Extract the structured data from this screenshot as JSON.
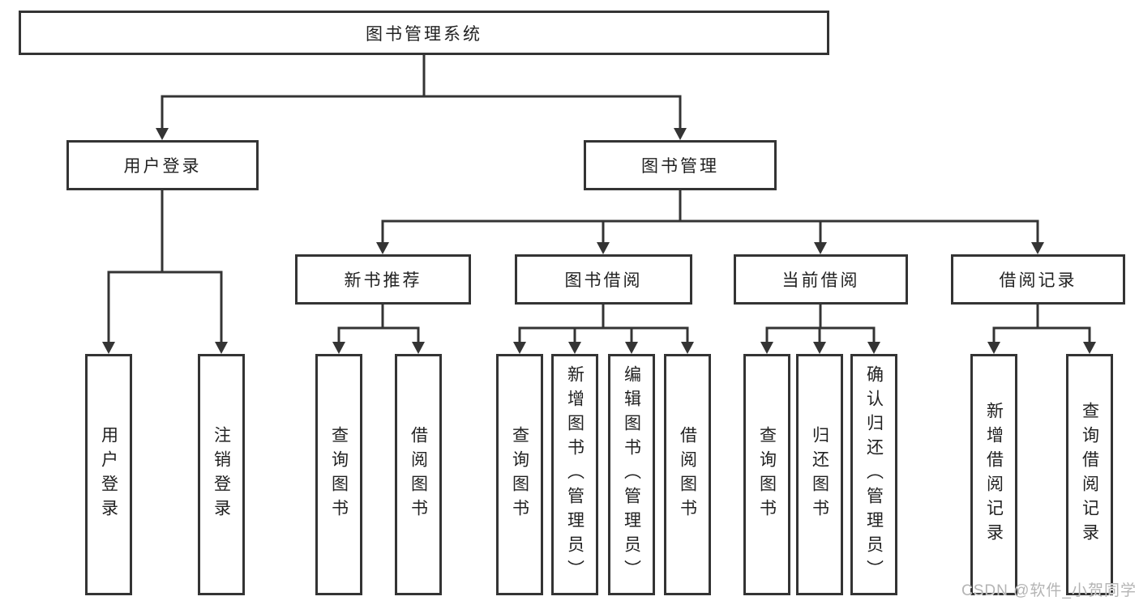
{
  "diagram": {
    "colors": {
      "line": "#343434",
      "box_border": "#343434",
      "text": "#222222",
      "background": "#ffffff",
      "watermark": "#b4b4b4"
    },
    "root": {
      "label": "图书管理系统"
    },
    "level2": [
      {
        "label": "用户登录"
      },
      {
        "label": "图书管理"
      }
    ],
    "level3": [
      {
        "label": "新书推荐",
        "parent": "图书管理"
      },
      {
        "label": "图书借阅",
        "parent": "图书管理"
      },
      {
        "label": "当前借阅",
        "parent": "图书管理"
      },
      {
        "label": "借阅记录",
        "parent": "图书管理"
      }
    ],
    "leaves": [
      {
        "label": "用户登录",
        "parent": "用户登录"
      },
      {
        "label": "注销登录",
        "parent": "用户登录"
      },
      {
        "label": "查询图书",
        "parent": "新书推荐"
      },
      {
        "label": "借阅图书",
        "parent": "新书推荐"
      },
      {
        "label": "查询图书",
        "parent": "图书借阅"
      },
      {
        "label": "新增图书（管理员）",
        "parent": "图书借阅"
      },
      {
        "label": "编辑图书（管理员）",
        "parent": "图书借阅"
      },
      {
        "label": "借阅图书",
        "parent": "图书借阅"
      },
      {
        "label": "查询图书",
        "parent": "当前借阅"
      },
      {
        "label": "归还图书",
        "parent": "当前借阅"
      },
      {
        "label": "确认归还（管理员）",
        "parent": "当前借阅"
      },
      {
        "label": "新增借阅记录",
        "parent": "借阅记录"
      },
      {
        "label": "查询借阅记录",
        "parent": "借阅记录"
      }
    ],
    "watermark": {
      "text": "CSDN @软件_小贺同学"
    }
  }
}
